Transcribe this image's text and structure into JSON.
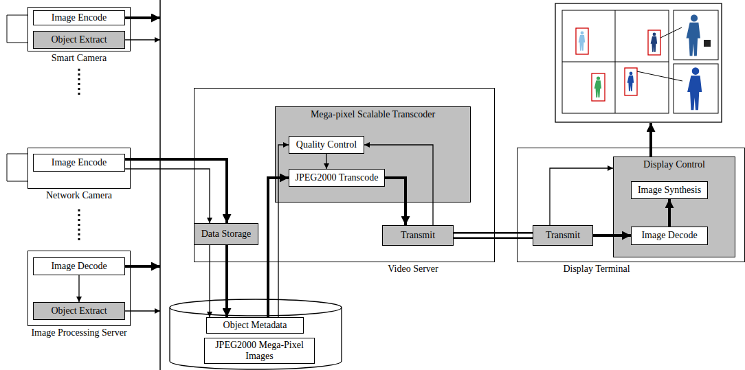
{
  "diagram": {
    "nodes": [
      {
        "text": [
          "Smart Camera"
        ]
      },
      {
        "text": [
          "Image Encode"
        ],
        "in": 0
      },
      {
        "text": [
          "Object Extract"
        ],
        "in": 0
      },
      {
        "text": [
          "Network Camera"
        ]
      },
      {
        "text": [
          "Image Encode"
        ],
        "in": 3
      },
      {
        "text": [
          "Image Processing Server"
        ]
      },
      {
        "text": [
          "Image Decode"
        ],
        "in": 5
      },
      {
        "text": [
          "Object Extract"
        ],
        "in": 5
      },
      {
        "text": [
          "Video Server"
        ]
      },
      {
        "text": [
          "Mega-pixel Scalable Transcoder"
        ],
        "in": 8
      },
      {
        "text": [
          "Quality Control"
        ],
        "in": 9
      },
      {
        "text": [
          "JPEG2000 Transcode"
        ],
        "in": 9
      },
      {
        "text": [
          "Data Storage"
        ],
        "in": 8
      },
      {
        "text": [
          "Transmit"
        ],
        "in": 8
      },
      {
        "text": [
          "Display Terminal"
        ]
      },
      {
        "text": [
          "Transmit"
        ],
        "in": 14
      },
      {
        "text": [
          "Display Control"
        ],
        "in": 14
      },
      {
        "text": [
          "Image Synthesis"
        ],
        "in": 16
      },
      {
        "text": [
          "Image Decode"
        ],
        "in": 16
      },
      {
        "text": [
          "Object Metadata"
        ]
      },
      {
        "text": [
          "JPEG2000 Mega-Pixel Images"
        ]
      }
    ],
    "edges": [
      {
        "from": 6,
        "to": 7,
        "arrow": "to"
      },
      {
        "from": 4,
        "to": 12,
        "arrow": "to"
      },
      {
        "from": 4,
        "to": 12,
        "arrow": "to"
      },
      {
        "from": 12,
        "to": 19,
        "arrow": "to"
      },
      {
        "from": 12,
        "to": 19,
        "arrow": "to"
      },
      {
        "from": 19,
        "to": 10,
        "arrow": "to"
      },
      {
        "from": 19,
        "to": 11,
        "arrow": "to"
      },
      {
        "from": 10,
        "to": 11,
        "arrow": "to"
      },
      {
        "from": 11,
        "to": 13,
        "arrow": "to"
      },
      {
        "from": 13,
        "to": 15,
        "arrow": "none"
      },
      {
        "from": 13,
        "to": 10,
        "arrow": "to"
      },
      {
        "from": 15,
        "to": 16,
        "arrow": "to"
      },
      {
        "from": 15,
        "to": 18,
        "arrow": "to"
      },
      {
        "from": 18,
        "to": 17,
        "arrow": "to"
      }
    ]
  }
}
